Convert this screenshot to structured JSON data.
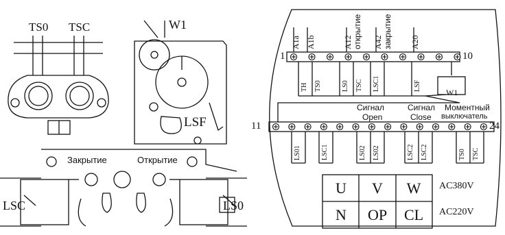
{
  "left": {
    "ts0": "TS0",
    "tsc": "TSC",
    "w1": "W1",
    "lsf": "LSF",
    "close_label": "Закрытие",
    "open_label": "Открытие",
    "lsc": "LSC",
    "ls0": "LS0"
  },
  "right": {
    "top_terms": [
      "A1a",
      "A1b",
      "A12",
      "A42",
      "A20"
    ],
    "top_words": [
      "открытие",
      "закрытие"
    ],
    "term_first": "1",
    "term_last": "10",
    "switch_upper": [
      "TH",
      "TS0",
      "LS0",
      "TSC",
      "LSC1",
      "LSF"
    ],
    "w1": "W1",
    "term_11": "11",
    "term_24": "24",
    "signal_open_1": "Сигнал",
    "signal_open_2": "Open",
    "signal_close_1": "Сигнал",
    "signal_close_2": "Close",
    "moment_1": "Моментный",
    "moment_2": "выключатель",
    "switch_lower": [
      "LS01",
      "LSC1",
      "LS02",
      "LS02",
      "LSC2",
      "LSC2",
      "TS0",
      "TSC"
    ],
    "table": {
      "row1": [
        "U",
        "V",
        "W"
      ],
      "row2": [
        "N",
        "OP",
        "CL"
      ],
      "volt1": "AC380V",
      "volt2": "AC220V"
    }
  }
}
